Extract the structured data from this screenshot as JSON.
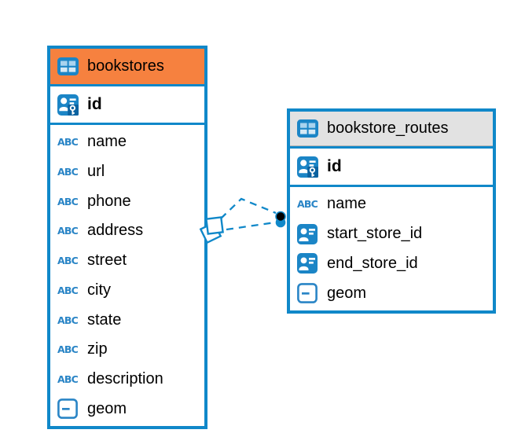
{
  "colors": {
    "accent_blue": "#1088c9",
    "icon_blue": "#1b85c6",
    "header_orange": "#f6813f",
    "header_gray": "#e2e2e2",
    "marker_black": "#000000"
  },
  "icons": {
    "text_type_label": "ABC"
  },
  "tables": [
    {
      "title": "bookstores",
      "header_style": "orange",
      "columns": [
        {
          "label": "id",
          "type": "primary-key"
        },
        {
          "label": "name",
          "type": "text"
        },
        {
          "label": "url",
          "type": "text"
        },
        {
          "label": "phone",
          "type": "text"
        },
        {
          "label": "address",
          "type": "text"
        },
        {
          "label": "street",
          "type": "text"
        },
        {
          "label": "city",
          "type": "text"
        },
        {
          "label": "state",
          "type": "text"
        },
        {
          "label": "zip",
          "type": "text"
        },
        {
          "label": "description",
          "type": "text"
        },
        {
          "label": "geom",
          "type": "geometry"
        }
      ]
    },
    {
      "title": "bookstore_routes",
      "header_style": "gray",
      "columns": [
        {
          "label": "id",
          "type": "primary-key"
        },
        {
          "label": "name",
          "type": "text"
        },
        {
          "label": "start_store_id",
          "type": "foreign-key"
        },
        {
          "label": "end_store_id",
          "type": "foreign-key"
        },
        {
          "label": "geom",
          "type": "geometry"
        }
      ]
    }
  ],
  "relationships": [
    {
      "from": "bookstores",
      "to": "bookstore_routes",
      "line_style": "dashed",
      "from_marker": "diamond",
      "to_marker": "dot"
    },
    {
      "from": "bookstores",
      "to": "bookstore_routes",
      "line_style": "dashed",
      "from_marker": "diamond",
      "to_marker": "dot"
    }
  ]
}
